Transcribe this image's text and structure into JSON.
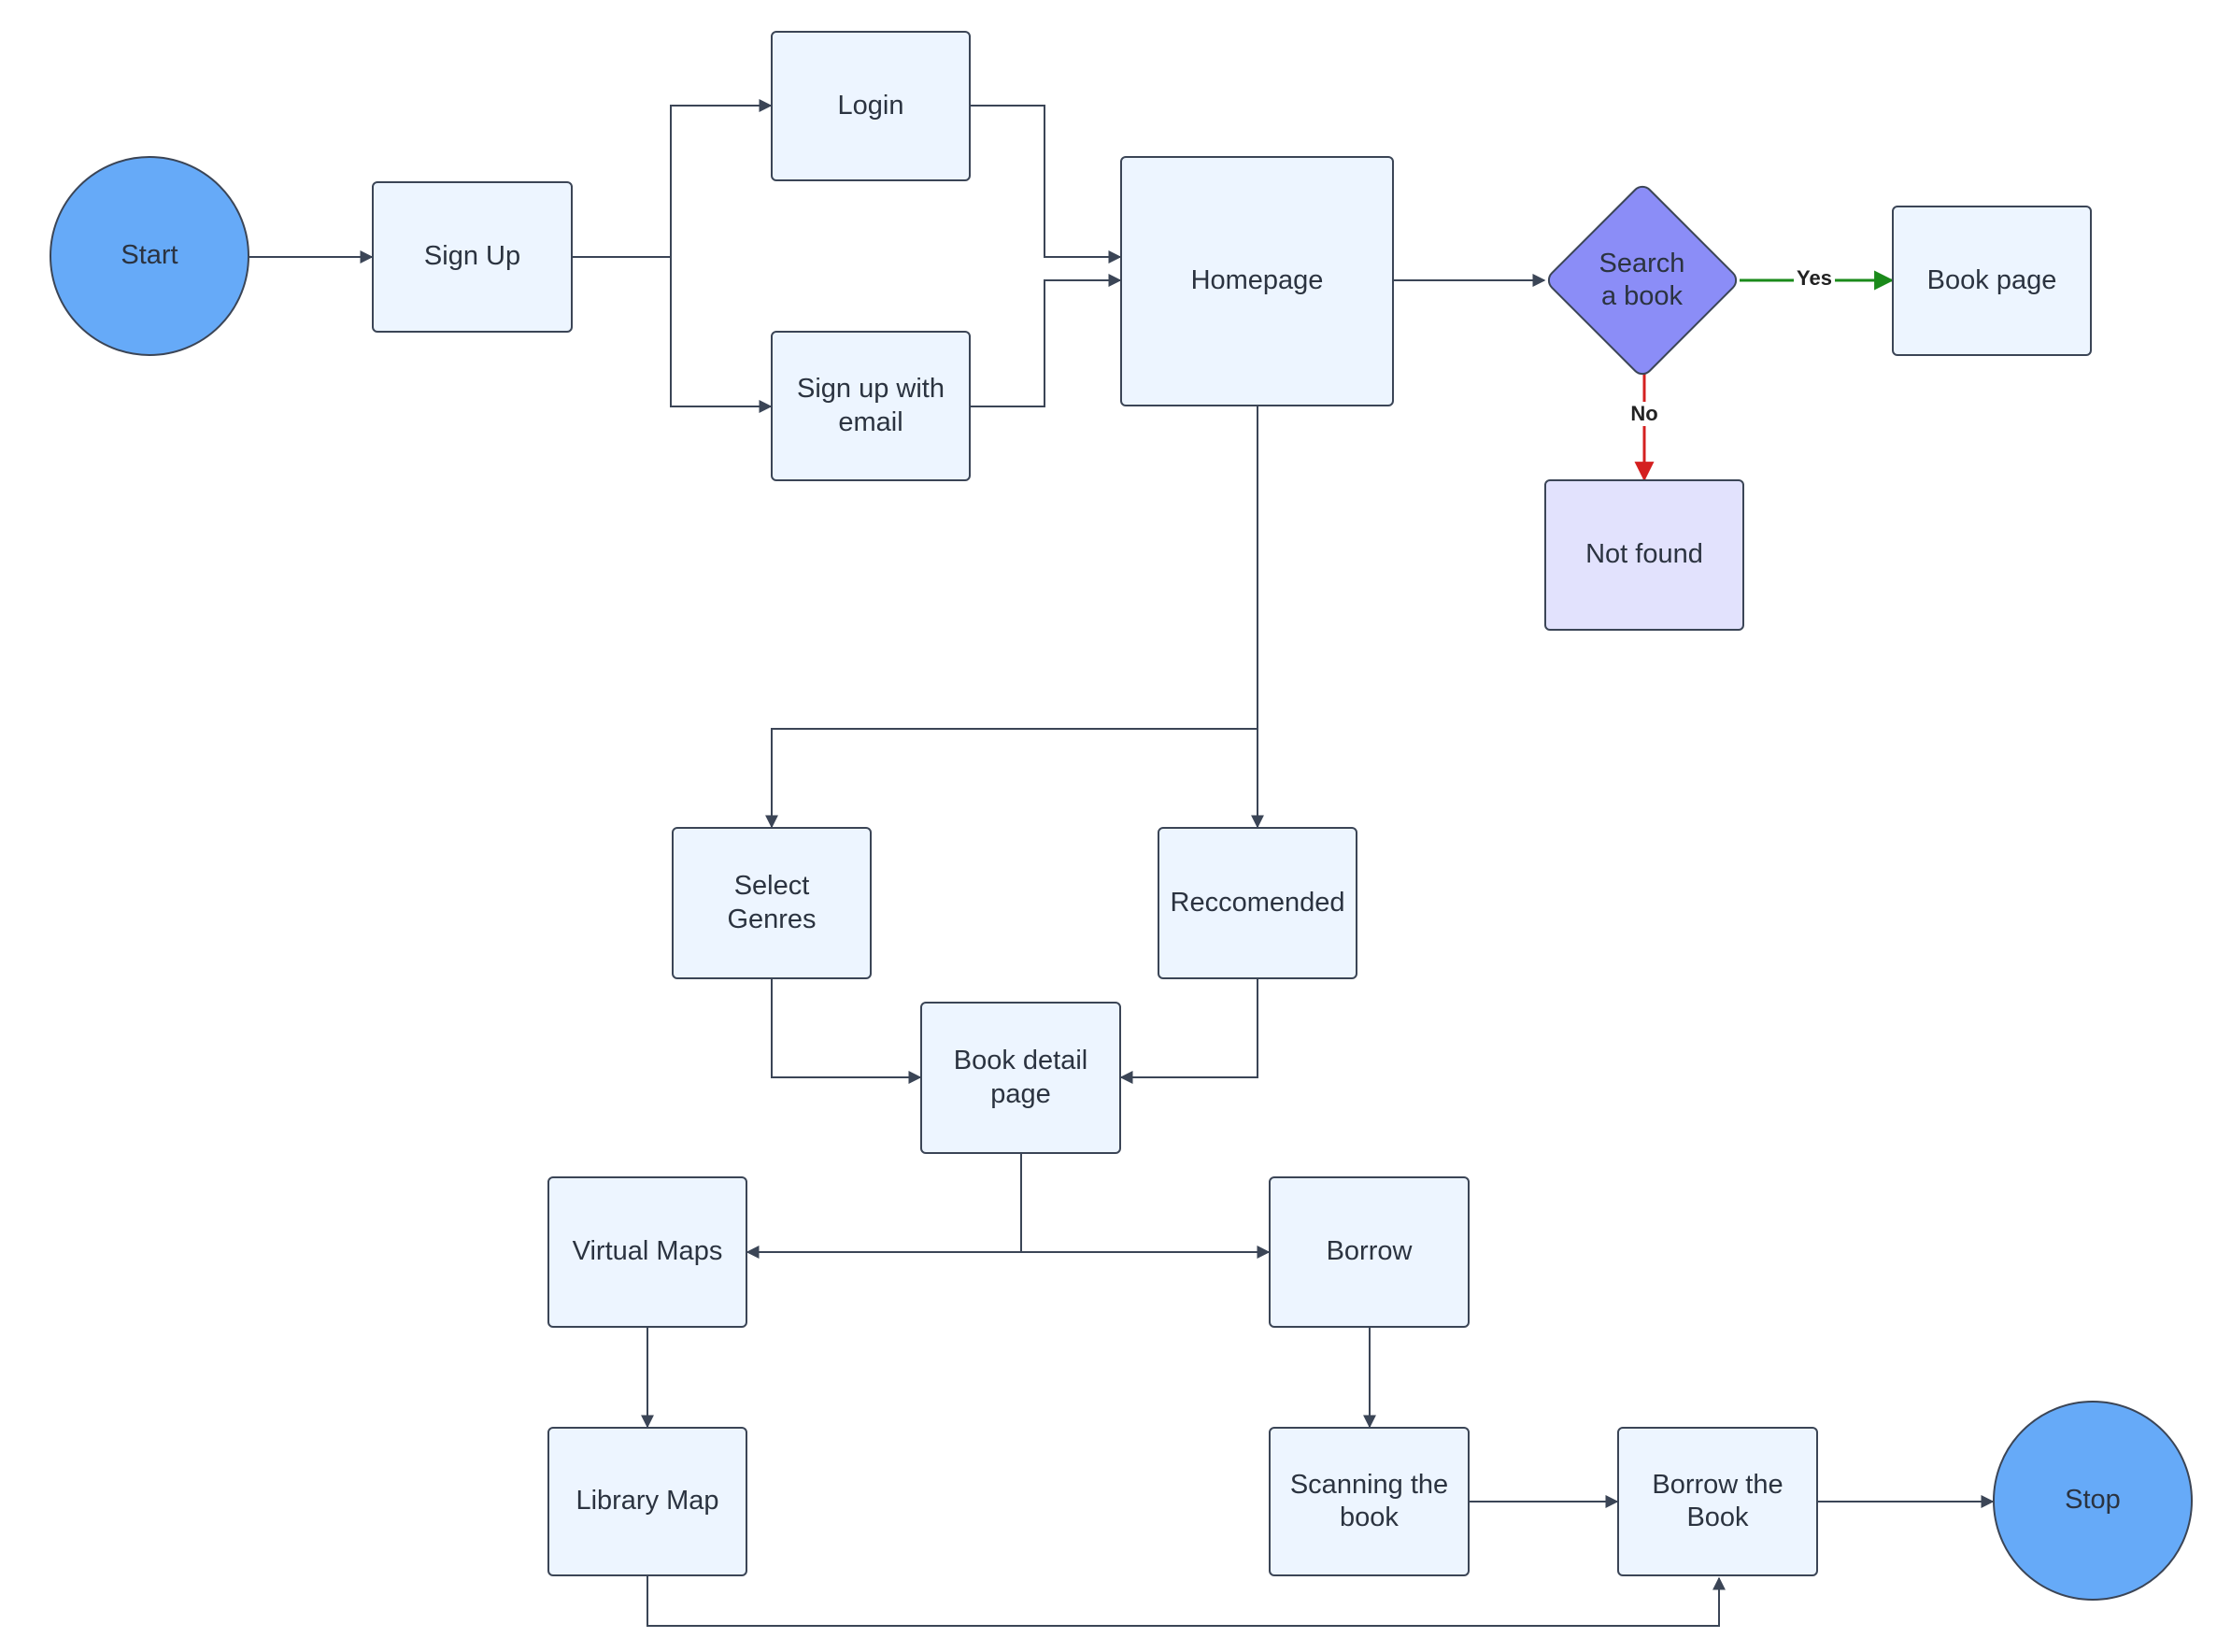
{
  "nodes": {
    "start": "Start",
    "sign_up": "Sign Up",
    "login": "Login",
    "sign_up_email": "Sign up with\nemail",
    "homepage": "Homepage",
    "search_book": "Search\na book",
    "book_page": "Book page",
    "not_found": "Not found",
    "select_genres": "Select\nGenres",
    "recommended": "Reccomended",
    "book_detail": "Book detail\npage",
    "virtual_maps": "Virtual Maps",
    "borrow": "Borrow",
    "library_map": "Library Map",
    "scanning": "Scanning the\nbook",
    "borrow_book": "Borrow the\nBook",
    "stop": "Stop"
  },
  "edge_labels": {
    "yes": "Yes",
    "no": "No"
  },
  "colors": {
    "process_fill": "#edf5ff",
    "alt_fill": "#e2e2fd",
    "terminal_fill": "#66aaf8",
    "decision_fill": "#8b8df7",
    "line": "#3b4556",
    "yes_arrow": "#1a8a1a",
    "no_arrow": "#d42020"
  }
}
